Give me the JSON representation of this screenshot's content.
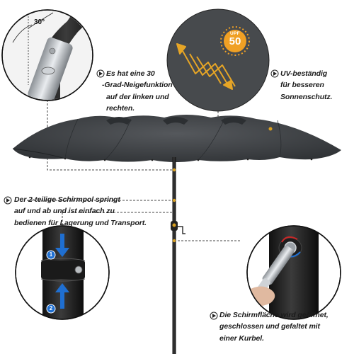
{
  "callouts": {
    "tilt": {
      "angle_label": "30°",
      "lines": [
        "Es hat eine 30",
        "-Grad-Neigefunktion",
        "auf der linken und",
        "rechten."
      ]
    },
    "uv": {
      "lines": [
        "UV-beständig",
        "für besseren",
        "Sonnenschutz."
      ]
    },
    "pole": {
      "lines": [
        "Der 2-teilige Schirmpol springt",
        "auf und ab und ist einfach zu",
        "bedienen für Lagerung und Transport."
      ],
      "step_badges": [
        "1",
        "2"
      ]
    },
    "crank": {
      "lines": [
        "Die Schirmfläche wird geöffnet,",
        "geschlossen und gefaltet mit",
        "einer Kurbel."
      ]
    }
  },
  "upf_badge": {
    "label": "UPF",
    "value": "50"
  },
  "colors": {
    "canopy": "#3f4245",
    "canopy_dark": "#2c2f32",
    "pole": "#2a2a2a",
    "upf_orange": "#f0a024",
    "arrow_blue": "#1f6fd1",
    "dashed_line": "#444444"
  },
  "icons": [
    "tilt-mechanism-icon",
    "uv-arrows-icon",
    "sun-badge-icon",
    "pole-joint-icon",
    "crank-handle-icon",
    "arrow-up-icon",
    "arrow-down-icon"
  ]
}
